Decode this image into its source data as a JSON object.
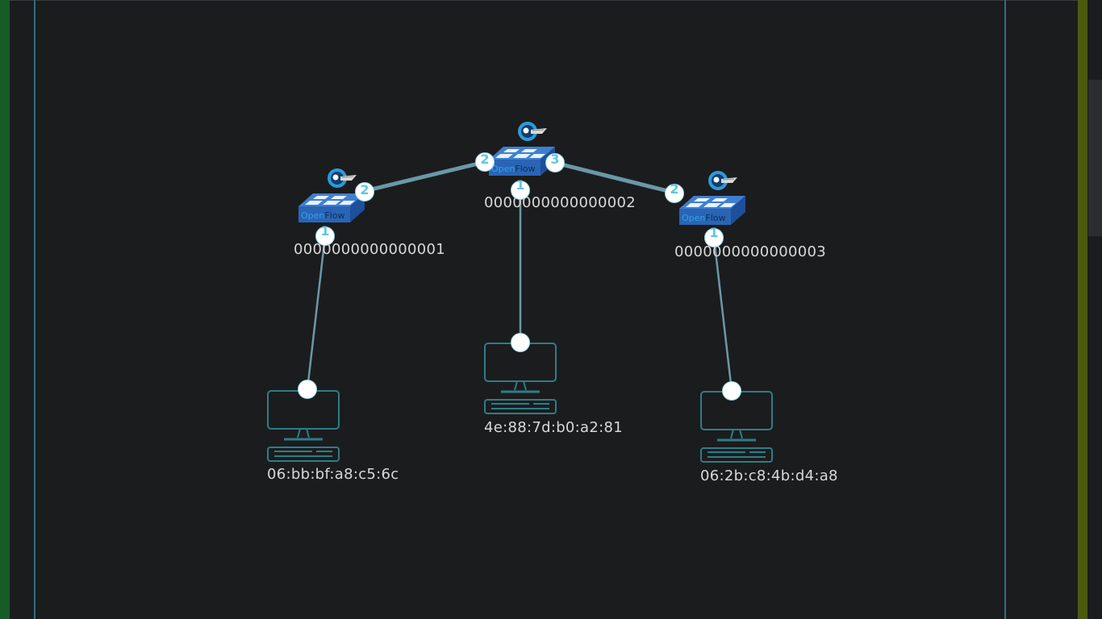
{
  "topology": {
    "switches": [
      {
        "id": "sw1",
        "dpid": "0000000000000001",
        "ports": [
          "1",
          "2"
        ]
      },
      {
        "id": "sw2",
        "dpid": "0000000000000002",
        "ports": [
          "1",
          "2",
          "3"
        ]
      },
      {
        "id": "sw3",
        "dpid": "0000000000000003",
        "ports": [
          "1",
          "2"
        ]
      }
    ],
    "hosts": [
      {
        "id": "h1",
        "mac": "06:bb:bf:a8:c5:6c"
      },
      {
        "id": "h2",
        "mac": "4e:88:7d:b0:a2:81"
      },
      {
        "id": "h3",
        "mac": "06:2b:c8:4b:d4:a8"
      }
    ],
    "switch_logo_text": {
      "open": "Open",
      "flow": "Flow"
    }
  },
  "colors": {
    "background": "#1b1c1e",
    "link": "#6a98a8",
    "host_outline": "#2f7d86",
    "port_fill": "#ffffff",
    "port_text": "#5fc6e0",
    "left_bar": "#155c26",
    "right_bar": "#4c5a10"
  }
}
